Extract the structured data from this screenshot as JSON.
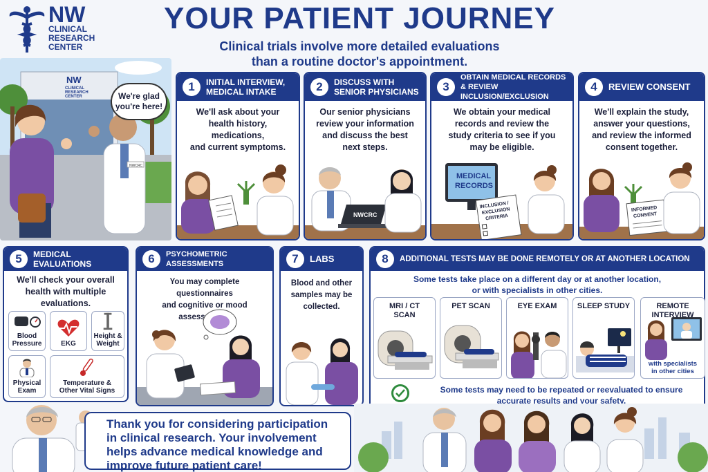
{
  "logo": {
    "initials": "NW",
    "line1": "CLINICAL",
    "line2": "RESEARCH",
    "line3": "CENTER"
  },
  "header": {
    "title": "YOUR PATIENT JOURNEY",
    "subtitle_line1": "Clinical trials involve more detailed evaluations",
    "subtitle_line2": "than a routine doctor's appointment."
  },
  "hero": {
    "speech_line1": "We're glad",
    "speech_line2": "you're here!",
    "building_sign_initials": "NW",
    "building_sign_line1": "CLINICAL",
    "building_sign_line2": "RESEARCH",
    "building_sign_line3": "CENTER",
    "badge": "NWCRC"
  },
  "steps": [
    {
      "num": "1",
      "title_line1": "INITIAL INTERVIEW,",
      "title_line2": "MEDICAL INTAKE",
      "body": [
        "We'll ask about your",
        "health history, medications,",
        "and current symptoms."
      ]
    },
    {
      "num": "2",
      "title_line1": "DISCUSS WITH",
      "title_line2": "SENIOR PHYSICIANS",
      "body": [
        "Our senior physicians",
        "review your information",
        "and discuss the best",
        "next steps."
      ],
      "laptop_label": "NWCRC"
    },
    {
      "num": "3",
      "title_line1": "OBTAIN MEDICAL RECORDS",
      "title_line2": "& REVIEW INCLUSION/EXCLUSION",
      "body": [
        "We obtain your medical",
        "records and review the",
        "study criteria to see if you",
        "may be eligible."
      ],
      "monitor_line1": "MEDICAL",
      "monitor_line2": "RECORDS",
      "doc_line1": "INCLUSION /",
      "doc_line2": "EXCLUSION",
      "doc_line3": "CRITERIA"
    },
    {
      "num": "4",
      "title_line1": "REVIEW CONSENT",
      "title_line2": "",
      "body": [
        "We'll explain the study,",
        "answer your questions,",
        "and review the informed",
        "consent together."
      ],
      "doc_line1": "INFORMED",
      "doc_line2": "CONSENT"
    },
    {
      "num": "5",
      "title_line1": "MEDICAL EVALUATIONS",
      "title_line2": "",
      "body": [
        "We'll check your overall",
        "health with multiple",
        "evaluations."
      ],
      "items": [
        {
          "line1": "Blood",
          "line2": "Pressure",
          "icon": "blood-pressure-cuff-icon"
        },
        {
          "line1": "EKG",
          "line2": "",
          "icon": "heart-ekg-icon"
        },
        {
          "line1": "Height &",
          "line2": "Weight",
          "icon": "height-scale-icon"
        },
        {
          "line1": "Physical",
          "line2": "Exam",
          "icon": "doctor-icon"
        },
        {
          "line1": "Temperature &",
          "line2": "Other Vital Signs",
          "icon": "thermometer-icon"
        }
      ]
    },
    {
      "num": "6",
      "title_line1": "PSYCHOMETRIC ASSESSMENTS",
      "title_line2": "",
      "body": [
        "You may complete questionnaires",
        "and cognitive or mood assessments."
      ]
    },
    {
      "num": "7",
      "title_line1": "LABS",
      "title_line2": "",
      "body": [
        "Blood and other",
        "samples may be",
        "collected."
      ]
    },
    {
      "num": "8",
      "title_line1": "ADDITIONAL TESTS MAY BE DONE REMOTELY OR AT ANOTHER LOCATION",
      "title_line2": "",
      "body": [
        "Some tests take place on a different day or at another location,",
        "or with specialists in other cities."
      ],
      "tests": [
        {
          "line1": "MRI / CT",
          "line2": "SCAN"
        },
        {
          "line1": "PET SCAN",
          "line2": ""
        },
        {
          "line1": "EYE EXAM",
          "line2": ""
        },
        {
          "line1": "SLEEP STUDY",
          "line2": ""
        },
        {
          "line1": "REMOTE",
          "line2": "INTERVIEW",
          "caption1": "with specialists",
          "caption2": "in other cities"
        }
      ],
      "note_line1": "Some tests may need to be repeated or reevaluated to ensure",
      "note_line2": "accurate results and your safety."
    }
  ],
  "thank_you": {
    "line1": "Thank you for considering participation",
    "line2": "in clinical research. Your involvement",
    "line3": "helps advance medical knowledge and",
    "line4": "improve future patient care!"
  },
  "colors": {
    "navy": "#1f3a8a",
    "purple": "#7a4fa3",
    "green": "#2e8b3d"
  }
}
